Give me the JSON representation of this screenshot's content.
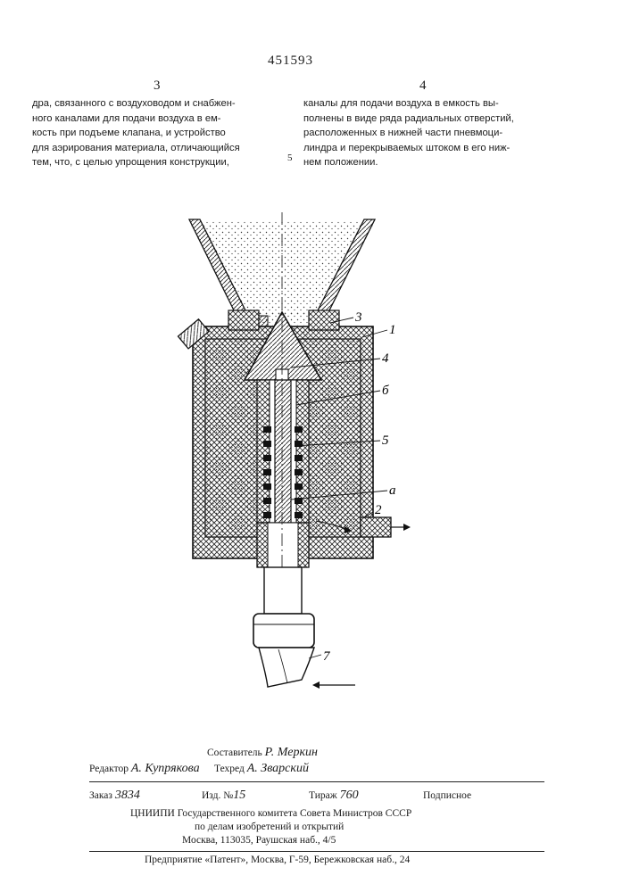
{
  "document": {
    "patent_number": "451593",
    "column_left_number": "3",
    "column_right_number": "4",
    "line_marker": "5",
    "left_column_lines": [
      "дра, связанного с воздуховодом и снабжен-",
      "ного каналами для подачи воздуха в ем-",
      "кость при подъеме клапана, и устройство",
      "для аэрирования материала, отличающийся",
      "тем, что, с целью упрощения конструкции,"
    ],
    "right_column_lines": [
      "каналы для подачи воздуха в емкость вы-",
      "полнены в виде ряда радиальных отверстий,",
      "расположенных в нижней части пневмоци-",
      "линдра и перекрываемых штоком в его ниж-",
      "нем положении."
    ]
  },
  "figure": {
    "labels": [
      "3",
      "1",
      "4",
      "б",
      "5",
      "а",
      "2",
      "7"
    ]
  },
  "imprint": {
    "compiler_label": "Составитель",
    "compiler_name": "Р. Меркин",
    "editor_label": "Редактор",
    "editor_name": "А. Купрякова",
    "techred_label": "Техред",
    "techred_name": "А. Зварский",
    "order_label": "Заказ",
    "order_value": "3834",
    "edition_label": "Изд. №",
    "edition_value": "15",
    "circulation_label": "Тираж",
    "circulation_value": "760",
    "subscription": "Подписное",
    "org_line1": "ЦНИИПИ Государственного комитета Совета Министров СССР",
    "org_line2": "по делам изобретений и открытий",
    "org_line3": "Москва, 113035, Раушская наб., 4/5",
    "printer_line": "Предприятие «Патент», Москва, Г-59, Бережковская наб., 24"
  }
}
